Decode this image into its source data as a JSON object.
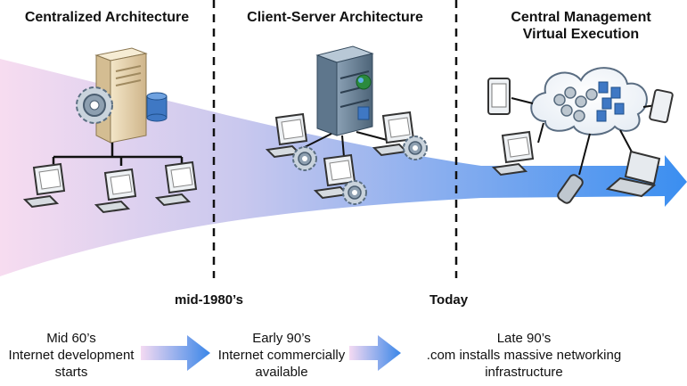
{
  "eras": [
    {
      "title": "Centralized Architecture"
    },
    {
      "title": "Client-Server Architecture"
    },
    {
      "title_lines": [
        "Central Management",
        "Virtual Execution"
      ]
    }
  ],
  "markers": {
    "mid_1980s": "mid-1980’s",
    "today": "Today"
  },
  "milestones": [
    {
      "lines": [
        "Mid 60’s",
        "Internet development",
        "starts"
      ]
    },
    {
      "lines": [
        "Early 90’s",
        "Internet commercially",
        "available"
      ]
    },
    {
      "lines": [
        "Late 90’s",
        ".com installs massive networking",
        "infrastructure"
      ]
    }
  ],
  "colors": {
    "wedge_start": "#f6d6ee",
    "wedge_end": "#3a8ef0",
    "arrow_start": "#f4d8f0",
    "arrow_end": "#3a86e8"
  }
}
